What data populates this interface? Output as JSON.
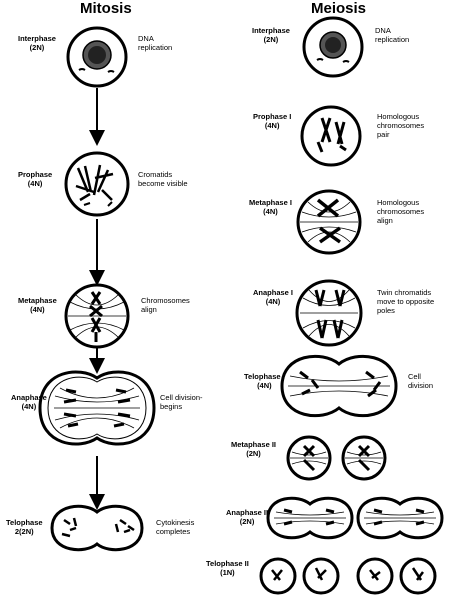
{
  "titles": {
    "mitosis": "Mitosis",
    "meiosis": "Meiosis"
  },
  "mitosis": [
    {
      "label": "Interphase",
      "sub": "(2N)",
      "desc": [
        "DNA",
        "replication"
      ]
    },
    {
      "label": "Prophase",
      "sub": "(4N)",
      "desc": [
        "Cromatids",
        "become visible"
      ]
    },
    {
      "label": "Metaphase",
      "sub": "(4N)",
      "desc": [
        "Chromosomes",
        "align"
      ]
    },
    {
      "label": "Anaphase",
      "sub": "(4N)",
      "desc": [
        "Cell division-",
        "begins"
      ]
    },
    {
      "label": "Telophase",
      "sub": "2(2N)",
      "desc": [
        "Cytokinesis",
        "completes"
      ]
    }
  ],
  "meiosis": [
    {
      "label": "Interphase",
      "sub": "(2N)",
      "desc": [
        "DNA",
        "replication"
      ]
    },
    {
      "label": "Prophase I",
      "sub": "(4N)",
      "desc": [
        "Homologous",
        "chromosomes",
        "pair"
      ]
    },
    {
      "label": "Metaphase I",
      "sub": "(4N)",
      "desc": [
        "Homologous",
        "chromosomes",
        "align"
      ]
    },
    {
      "label": "Anaphase I",
      "sub": "(4N)",
      "desc": [
        "Twin chromatids",
        "move to opposite",
        "poles"
      ]
    },
    {
      "label": "Telophase I",
      "sub": "(4N)",
      "desc": [
        "Cell",
        "division"
      ]
    },
    {
      "label": "Metaphase II",
      "sub": "(2N)",
      "desc": []
    },
    {
      "label": "Anaphase II",
      "sub": "(2N)",
      "desc": []
    },
    {
      "label": "Telophase II",
      "sub": "(1N)",
      "desc": []
    }
  ]
}
